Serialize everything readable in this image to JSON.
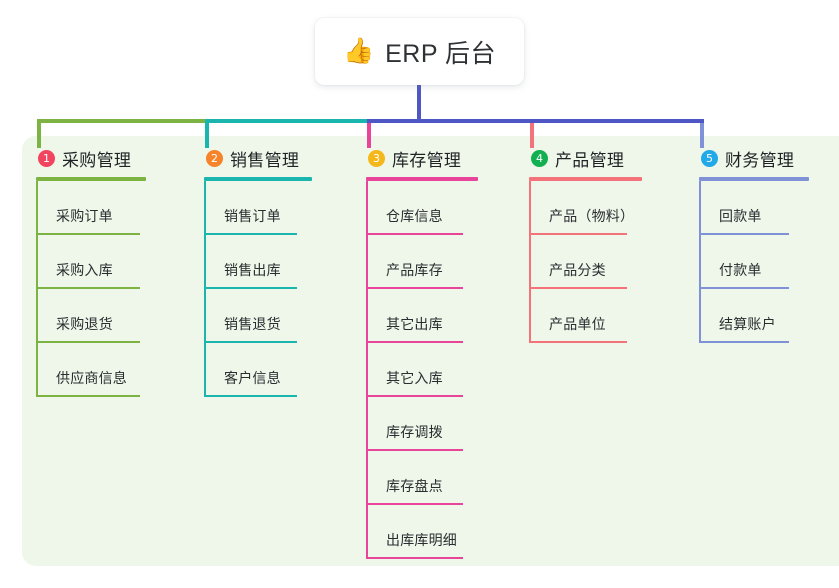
{
  "root": {
    "icon": "thumbs-up-icon",
    "emoji": "👍",
    "title": "ERP 后台"
  },
  "palette": {
    "page_background": "#ffffff",
    "panel_background": "#eef7e9",
    "card_background": "#ffffff",
    "stem_color": "#4f57c4",
    "bus_color": "#4f57c4",
    "text_color": "#2a2e31"
  },
  "columns": [
    {
      "number": "1",
      "title": "采购管理",
      "badge_color": "#f2435f",
      "line_color": "#7cb342",
      "items": [
        "采购订单",
        "采购入库",
        "采购退货",
        "供应商信息"
      ]
    },
    {
      "number": "2",
      "title": "销售管理",
      "badge_color": "#f5842a",
      "line_color": "#1ab5ac",
      "items": [
        "销售订单",
        "销售出库",
        "销售退货",
        "客户信息"
      ]
    },
    {
      "number": "3",
      "title": "库存管理",
      "badge_color": "#f5b81c",
      "line_color": "#e8459a",
      "items": [
        "仓库信息",
        "产品库存",
        "其它出库",
        "其它入库",
        "库存调拨",
        "库存盘点",
        "出库库明细"
      ]
    },
    {
      "number": "4",
      "title": "产品管理",
      "badge_color": "#12b050",
      "line_color": "#f4727a",
      "items": [
        "产品（物料）",
        "产品分类",
        "产品单位"
      ]
    },
    {
      "number": "5",
      "title": "财务管理",
      "badge_color": "#22a9e8",
      "line_color": "#7f92d8",
      "items": [
        "回款单",
        "付款单",
        "结算账户"
      ]
    }
  ]
}
